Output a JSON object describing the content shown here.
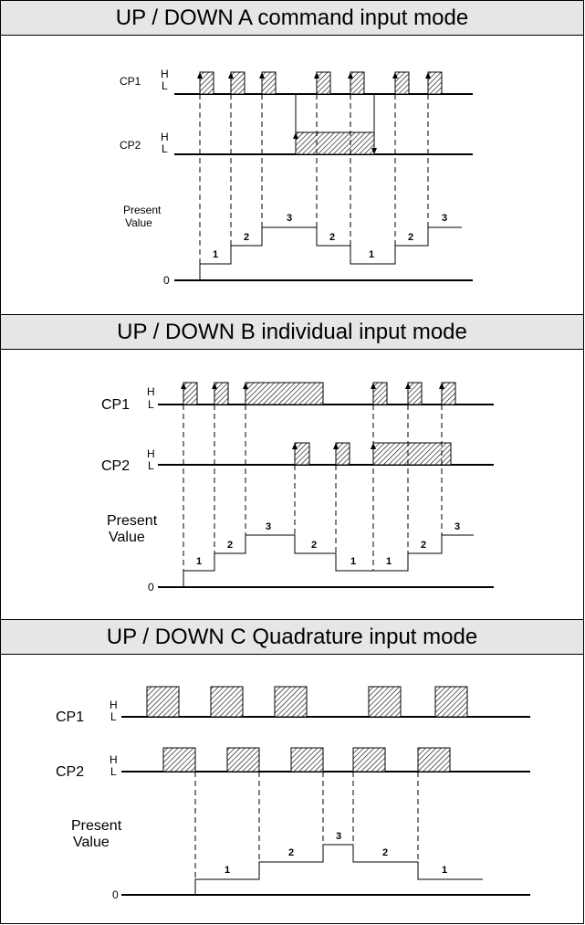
{
  "panels": [
    {
      "title": "UP / DOWN A command input mode",
      "cp1": "CP1",
      "cp2": "CP2",
      "high": "H",
      "low": "L",
      "present_value": [
        "Present",
        "Value"
      ],
      "zero": "0",
      "steps": [
        "1",
        "2",
        "3",
        "2",
        "1",
        "2",
        "3"
      ]
    },
    {
      "title": "UP / DOWN B individual input mode",
      "cp1": "CP1",
      "cp2": "CP2",
      "high": "H",
      "low": "L",
      "present_value": [
        "Present",
        "Value"
      ],
      "zero": "0",
      "steps": [
        "1",
        "2",
        "3",
        "2",
        "1",
        "1",
        "2",
        "3"
      ]
    },
    {
      "title": "UP / DOWN C Quadrature input mode",
      "cp1": "CP1",
      "cp2": "CP2",
      "high": "H",
      "low": "L",
      "present_value": [
        "Present",
        "Value"
      ],
      "zero": "0",
      "steps": [
        "1",
        "2",
        "3",
        "2",
        "1"
      ]
    }
  ]
}
